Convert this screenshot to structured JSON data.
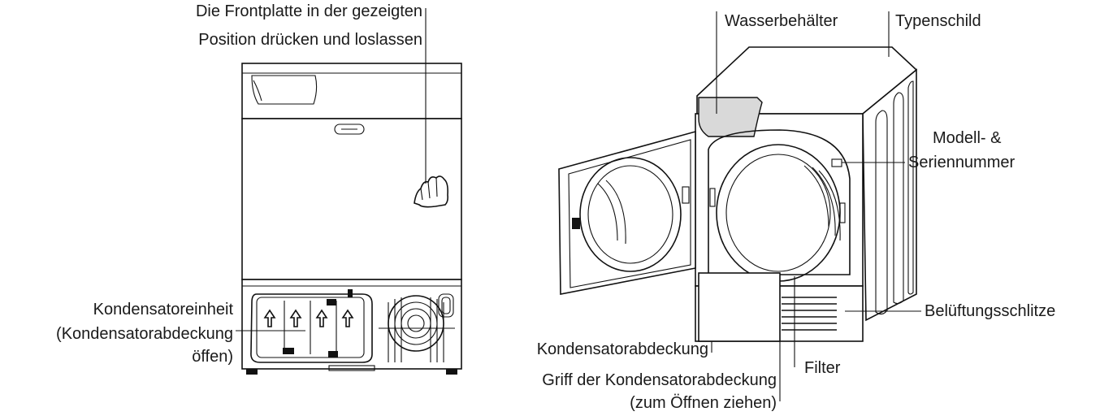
{
  "left_view": {
    "press_instruction_line1": "Die Frontplatte in der gezeigten",
    "press_instruction_line2": "Position drücken und loslassen",
    "condenser_unit_line1": "Kondensatoreinheit",
    "condenser_unit_line2": "(Kondensatorabdeckung",
    "condenser_unit_line3": "öffen)"
  },
  "right_view": {
    "water_tank": "Wasserbehälter",
    "rating_plate": "Typenschild",
    "model_serial_line1": "Modell- &",
    "model_serial_line2": "Seriennummer",
    "vent_slots": "Belüftungsschlitze",
    "condenser_cover": "Kondensatorabdeckung",
    "filter": "Filter",
    "cover_handle_line1": "Griff der Kondensatorabdeckung",
    "cover_handle_line2": "(zum Öffnen ziehen)"
  }
}
